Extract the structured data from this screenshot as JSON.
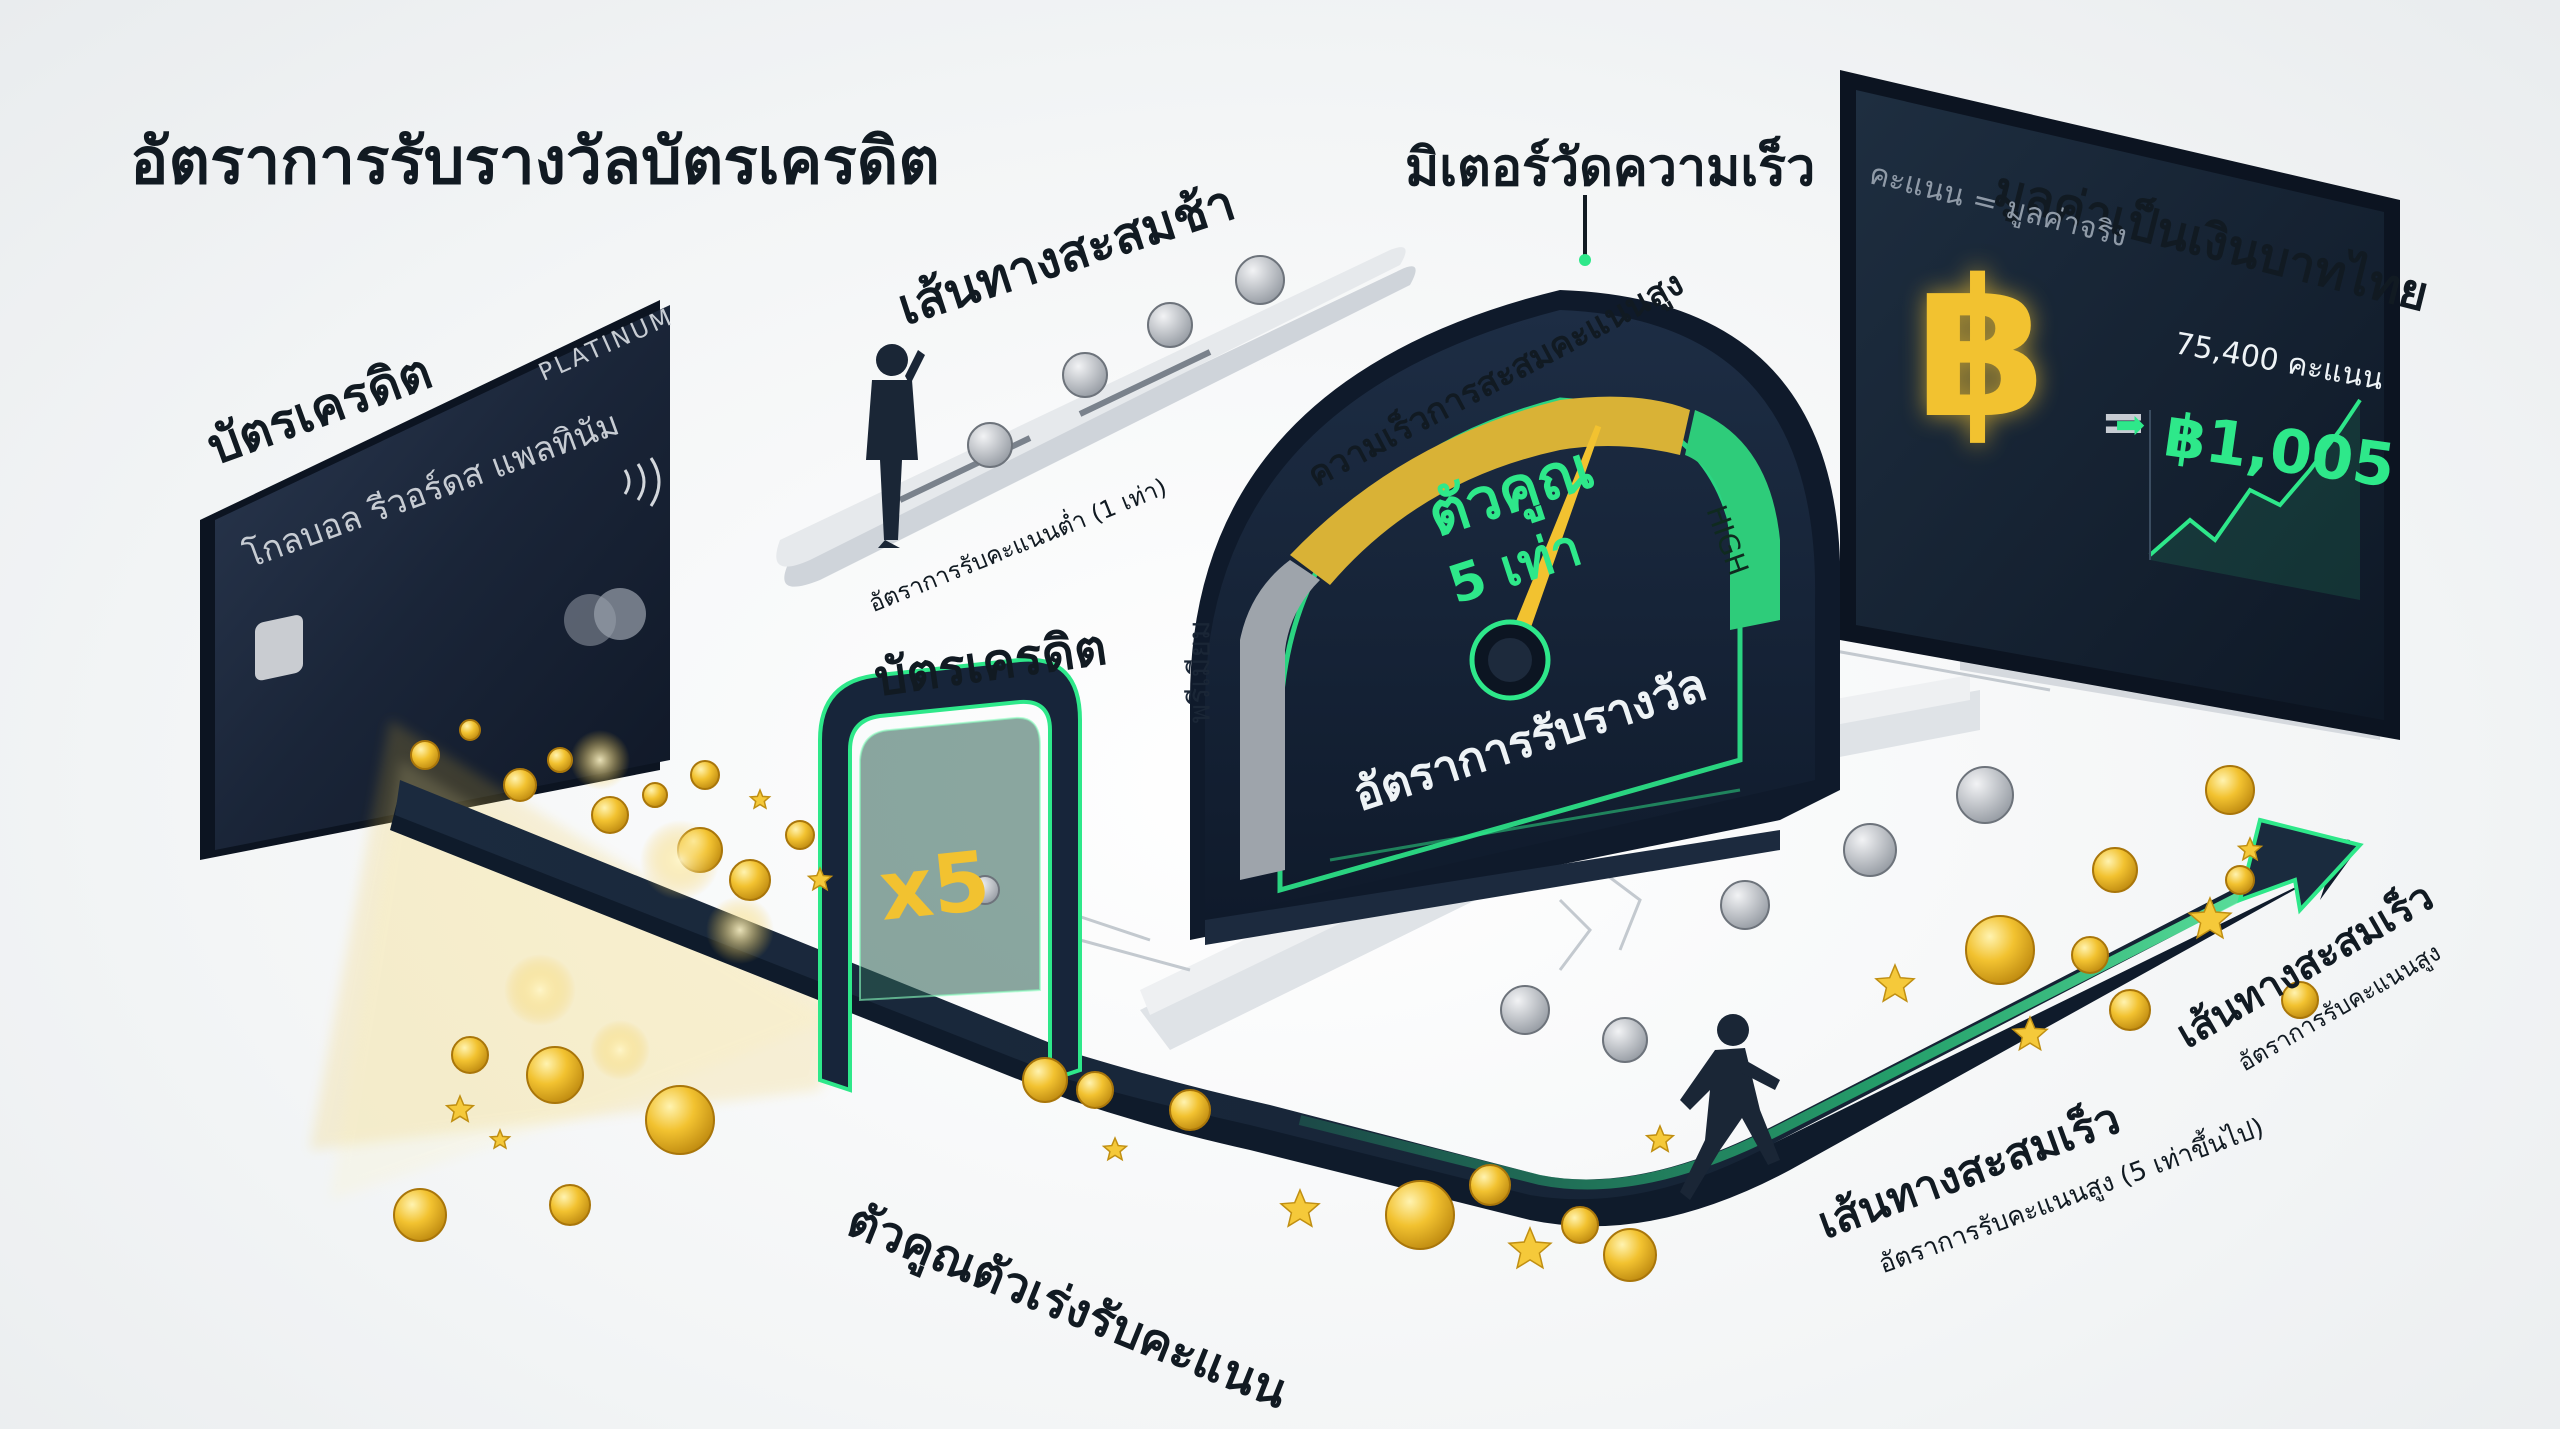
{
  "title": "อัตราการรับรางวัลบัตรเครดิต",
  "card": {
    "label": "บัตรเครดิต",
    "name": "โกลบอล รีวอร์ดส แพลทินัม",
    "tier": "PLATINUM"
  },
  "slow_path": {
    "label": "เส้นทางสะสมช้า",
    "rate": "อัตราการรับคะแนนต่ำ (1 เท่า)"
  },
  "speedometer": {
    "label": "มิเตอร์วัดความเร็ว",
    "arc_label": "ความเร็วการสะสมคะแนนสูง",
    "multiplier_line1": "ตัวคูณ",
    "multiplier_line2": "5 เท่า",
    "premium": "พรีเมียม",
    "high": "HIGH",
    "base_label": "อัตราการรับรางวัล",
    "needle_level": 0.82
  },
  "gate": {
    "label": "บัตรเครดิต",
    "multiplier": "x5"
  },
  "booster_label": "ตัวคูณตัวเร่งรับคะแนน",
  "monitor": {
    "label": "มูลค่าเป็นเงินบาทไทย",
    "subtitle": "คะแนน = มูลค่าจริง",
    "currency_symbol": "฿",
    "equals": "=",
    "points": "75,400 คะแนน",
    "arrow": "➡",
    "value": "฿1,005"
  },
  "fast_path": {
    "label": "เส้นทางสะสมเร็ว",
    "rate": "อัตราการรับคะแนนสูง (5 เท่าขึ้นไป)",
    "end_label": "เส้นทางสะสมเร็ว",
    "end_rate": "อัตราการรับคะแนนสูง"
  },
  "colors": {
    "accent_green": "#2ee88a",
    "gold": "#f2c230",
    "dark_navy": "#17253a"
  }
}
